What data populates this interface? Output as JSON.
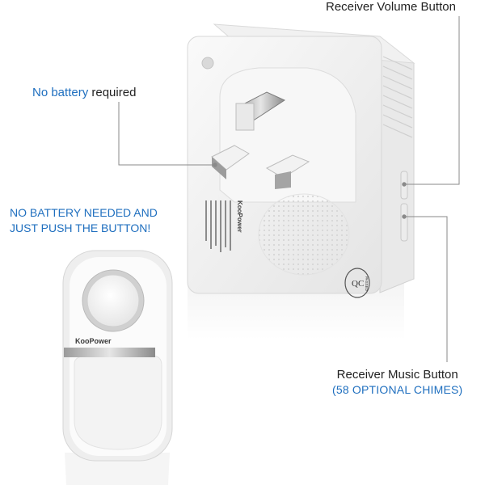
{
  "annotations": {
    "volume_button": "Receiver Volume Button",
    "no_battery_highlight": "No battery",
    "no_battery_rest": " required",
    "push_line1": "NO BATTERY NEEDED AND",
    "push_line2": "JUST PUSH THE BUTTON!",
    "music_button": "Receiver Music Button",
    "music_chimes": "(58 OPTIONAL CHIMES)"
  },
  "product": {
    "brand_on_push": "KooPower",
    "brand_on_receiver": "KooPower",
    "qc_stamp": "QC",
    "qc_passed": "PASSED"
  },
  "colors": {
    "accent_blue": "#1f6fbf",
    "text_dark": "#222222",
    "device_white": "#f4f4f4"
  }
}
